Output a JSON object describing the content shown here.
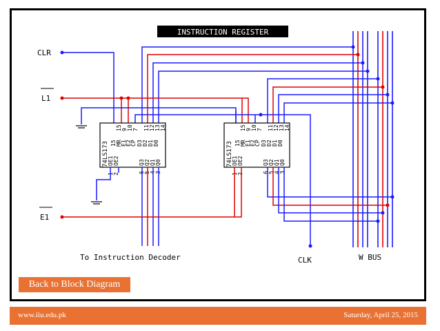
{
  "slide": {
    "title": "INSTRUCTION REGISTER",
    "back_button": "Back to Block Diagram",
    "footer_left": "www.iiu.edu.pk",
    "footer_right": "Saturday, April 25, 2015"
  },
  "diagram": {
    "signals": {
      "clr": "CLR",
      "l1": "L1",
      "e1": "E1",
      "clk": "CLK",
      "wbus": "W BUS",
      "decoder": "To Instruction Decoder"
    },
    "chip_label": "74LS173",
    "chip_top_pins": [
      "15",
      "MR",
      "E1",
      "E2",
      "CP",
      "D3",
      "D2",
      "D1",
      "D0"
    ],
    "chip_top_numbers": [
      "15",
      "9",
      "10",
      "7",
      "11",
      "12",
      "13",
      "14"
    ],
    "chip_side_pins": [
      "OE1",
      "OE2"
    ],
    "chip_side_numbers": [
      "1",
      "2"
    ],
    "chip_bottom_pins": [
      "Q3",
      "Q2",
      "Q1",
      "Q0"
    ],
    "chip_bottom_numbers": [
      "6",
      "5",
      "4",
      "3"
    ],
    "colors": {
      "blue": "#1a1aff",
      "red": "#e00000",
      "accent": "#e97132"
    }
  }
}
